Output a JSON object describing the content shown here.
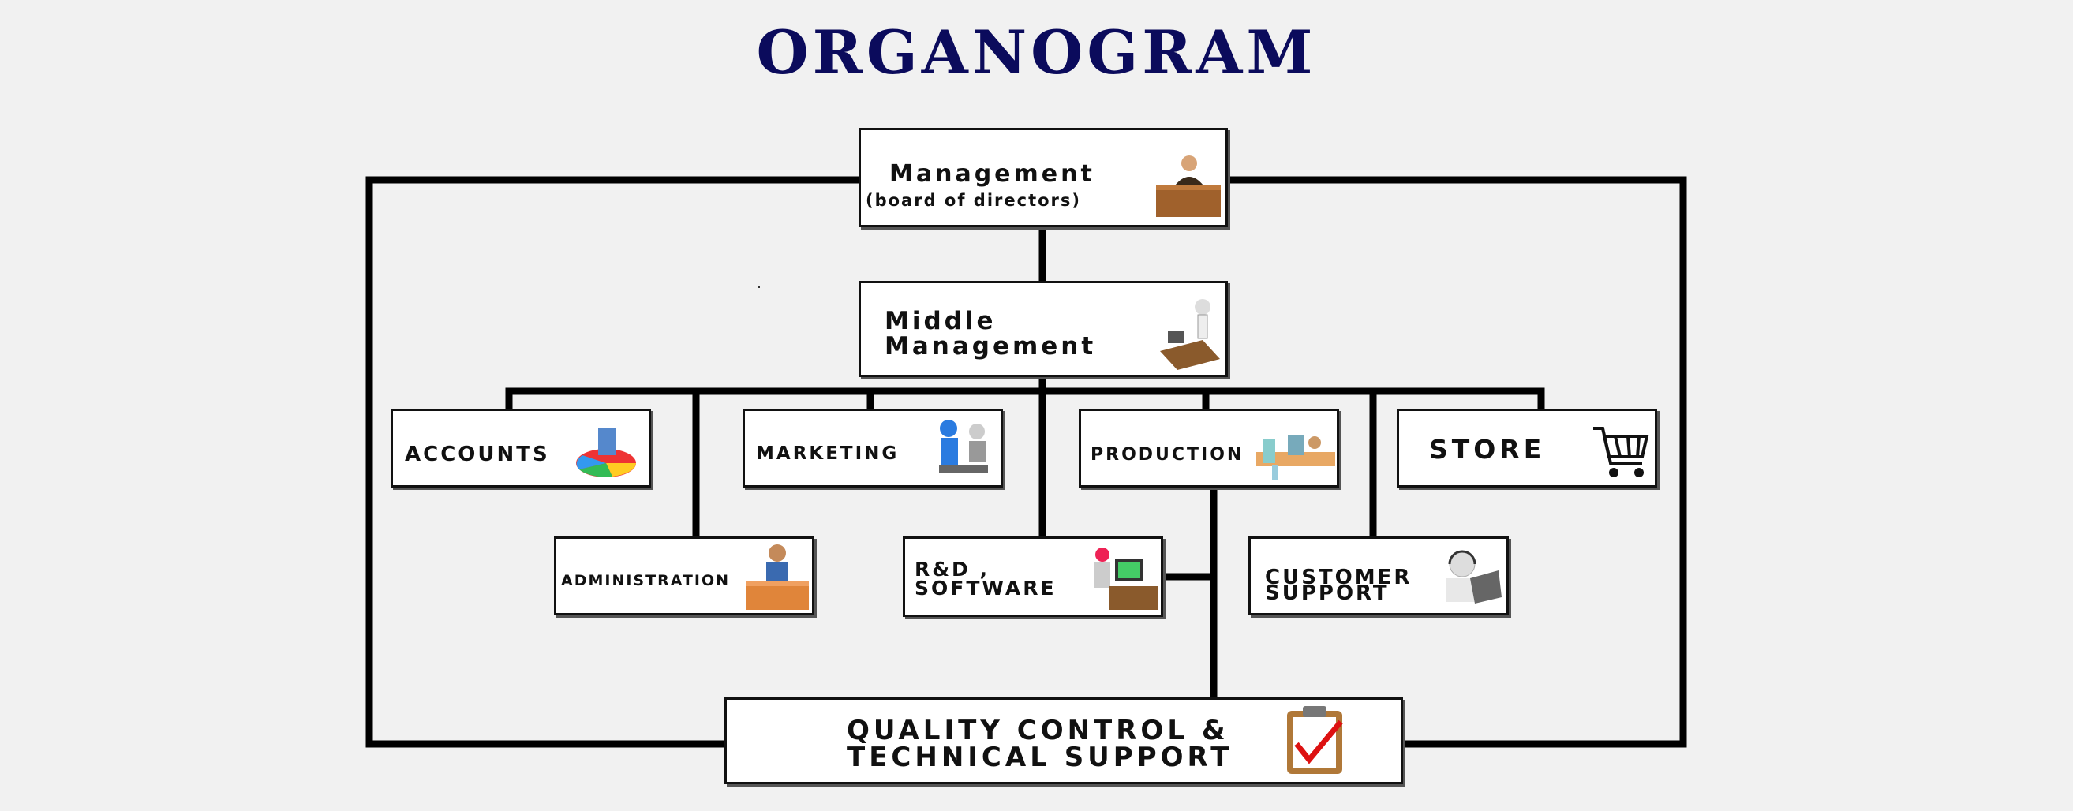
{
  "title": "ORGANOGRAM",
  "nodes": {
    "management": {
      "line1": "Management",
      "line2": "(board of directors)",
      "icon": "boss-at-desk-icon"
    },
    "middle_management": {
      "line1": "Middle",
      "line2": "Management",
      "icon": "manager-at-desk-icon"
    },
    "accounts": {
      "label": "ACCOUNTS",
      "icon": "pie-chart-icon"
    },
    "marketing": {
      "label": "MARKETING",
      "icon": "meeting-people-icon"
    },
    "production": {
      "label": "PRODUCTION",
      "icon": "workers-machinery-icon"
    },
    "store": {
      "label": "STORE",
      "icon": "shopping-cart-icon"
    },
    "administration": {
      "label": "ADMINISTRATION",
      "icon": "admin-at-desk-icon"
    },
    "rd_software": {
      "line1": "R&D ,",
      "line2": "SOFTWARE",
      "icon": "developer-at-computer-icon"
    },
    "customer_support": {
      "line1": "CUSTOMER",
      "line2": "SUPPORT",
      "icon": "headset-laptop-icon"
    },
    "quality_control": {
      "line1": "QUALITY CONTROL &",
      "line2": "TECHNICAL SUPPORT",
      "icon": "checklist-clipboard-icon"
    }
  },
  "colors": {
    "title": "#0b0b5c",
    "lines": "#000000",
    "box_fill": "#ffffff",
    "background": "#f1f1f1"
  }
}
